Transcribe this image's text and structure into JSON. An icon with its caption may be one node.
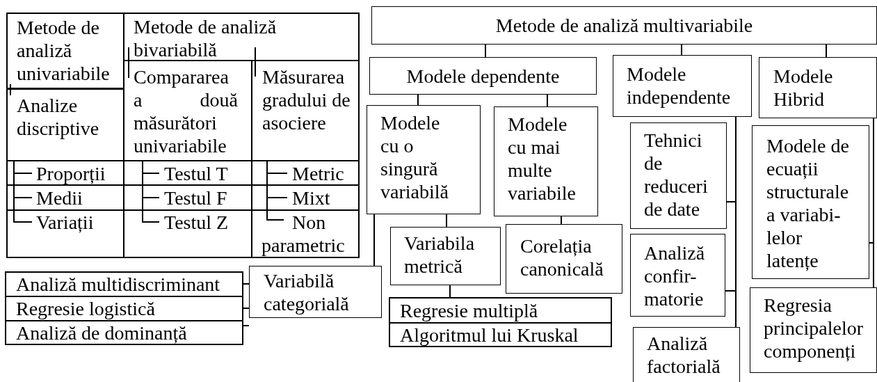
{
  "diagram": {
    "nodes": [
      {
        "text": [
          "Metode de analiză univariabile"
        ]
      },
      {
        "text": [
          "Analize discriptive"
        ]
      },
      {
        "text": [
          "Proporții"
        ]
      },
      {
        "text": [
          "Medii"
        ]
      },
      {
        "text": [
          "Variații"
        ]
      },
      {
        "text": [
          "Metode de analiză bivariabilă"
        ]
      },
      {
        "text": [
          "Compararea a două măsurători univariabile"
        ]
      },
      {
        "text": [
          "Măsurarea gradului de asociere"
        ]
      },
      {
        "text": [
          "Testul T"
        ]
      },
      {
        "text": [
          "Testul F"
        ]
      },
      {
        "text": [
          "Testul Z"
        ]
      },
      {
        "text": [
          "Metric"
        ]
      },
      {
        "text": [
          "Mixt"
        ]
      },
      {
        "text": [
          "Non parametric"
        ]
      },
      {
        "text": [
          "Metode de analiză multivariabile"
        ]
      },
      {
        "text": [
          "Modele dependente"
        ]
      },
      {
        "text": [
          "Modele independente"
        ]
      },
      {
        "text": [
          "Modele Hibrid"
        ]
      },
      {
        "text": [
          "Modele cu o singură variabilă"
        ]
      },
      {
        "text": [
          "Modele cu mai multe variabile"
        ]
      },
      {
        "text": [
          "Variabila metrică"
        ]
      },
      {
        "text": [
          "Corelația canonicală"
        ]
      },
      {
        "text": [
          "Variabilă categorială"
        ]
      },
      {
        "text": [
          "Analiză multidiscriminant"
        ]
      },
      {
        "text": [
          "Regresie logistică"
        ]
      },
      {
        "text": [
          "Analiză de dominanță"
        ]
      },
      {
        "text": [
          "Regresie multiplă"
        ]
      },
      {
        "text": [
          "Algoritmul lui Kruskal"
        ]
      },
      {
        "text": [
          "Tehnici de reduceri de date"
        ]
      },
      {
        "text": [
          "Analiză confir- matorie"
        ]
      },
      {
        "text": [
          "Analiză factorială"
        ]
      },
      {
        "text": [
          "Modele de ecuații structurale a variabi- lelor latențe"
        ]
      },
      {
        "text": [
          "Regresia principalelor componenți"
        ]
      }
    ],
    "edges": [
      {
        "from": 0,
        "to": 1,
        "arrow": "none"
      },
      {
        "from": 1,
        "to": 2,
        "arrow": "none"
      },
      {
        "from": 1,
        "to": 3,
        "arrow": "none"
      },
      {
        "from": 1,
        "to": 4,
        "arrow": "none"
      },
      {
        "from": 5,
        "to": 6,
        "arrow": "none"
      },
      {
        "from": 5,
        "to": 7,
        "arrow": "none"
      },
      {
        "from": 6,
        "to": 8,
        "arrow": "none"
      },
      {
        "from": 6,
        "to": 9,
        "arrow": "none"
      },
      {
        "from": 6,
        "to": 10,
        "arrow": "none"
      },
      {
        "from": 7,
        "to": 11,
        "arrow": "none"
      },
      {
        "from": 7,
        "to": 12,
        "arrow": "none"
      },
      {
        "from": 7,
        "to": 13,
        "arrow": "none"
      },
      {
        "from": 14,
        "to": 15,
        "arrow": "none"
      },
      {
        "from": 14,
        "to": 16,
        "arrow": "none"
      },
      {
        "from": 14,
        "to": 17,
        "arrow": "none"
      },
      {
        "from": 15,
        "to": 18,
        "arrow": "none"
      },
      {
        "from": 15,
        "to": 19,
        "arrow": "none"
      },
      {
        "from": 18,
        "to": 20,
        "arrow": "none"
      },
      {
        "from": 19,
        "to": 21,
        "arrow": "none"
      },
      {
        "from": 18,
        "to": 22,
        "arrow": "none"
      },
      {
        "from": 22,
        "to": 23,
        "arrow": "none"
      },
      {
        "from": 22,
        "to": 24,
        "arrow": "none"
      },
      {
        "from": 22,
        "to": 25,
        "arrow": "none"
      },
      {
        "from": 20,
        "to": 26,
        "arrow": "none"
      },
      {
        "from": 16,
        "to": 28,
        "arrow": "none"
      },
      {
        "from": 16,
        "to": 29,
        "arrow": "none"
      },
      {
        "from": 16,
        "to": 30,
        "arrow": "none"
      },
      {
        "from": 17,
        "to": 31,
        "arrow": "none"
      },
      {
        "from": 17,
        "to": 32,
        "arrow": "none"
      }
    ]
  }
}
